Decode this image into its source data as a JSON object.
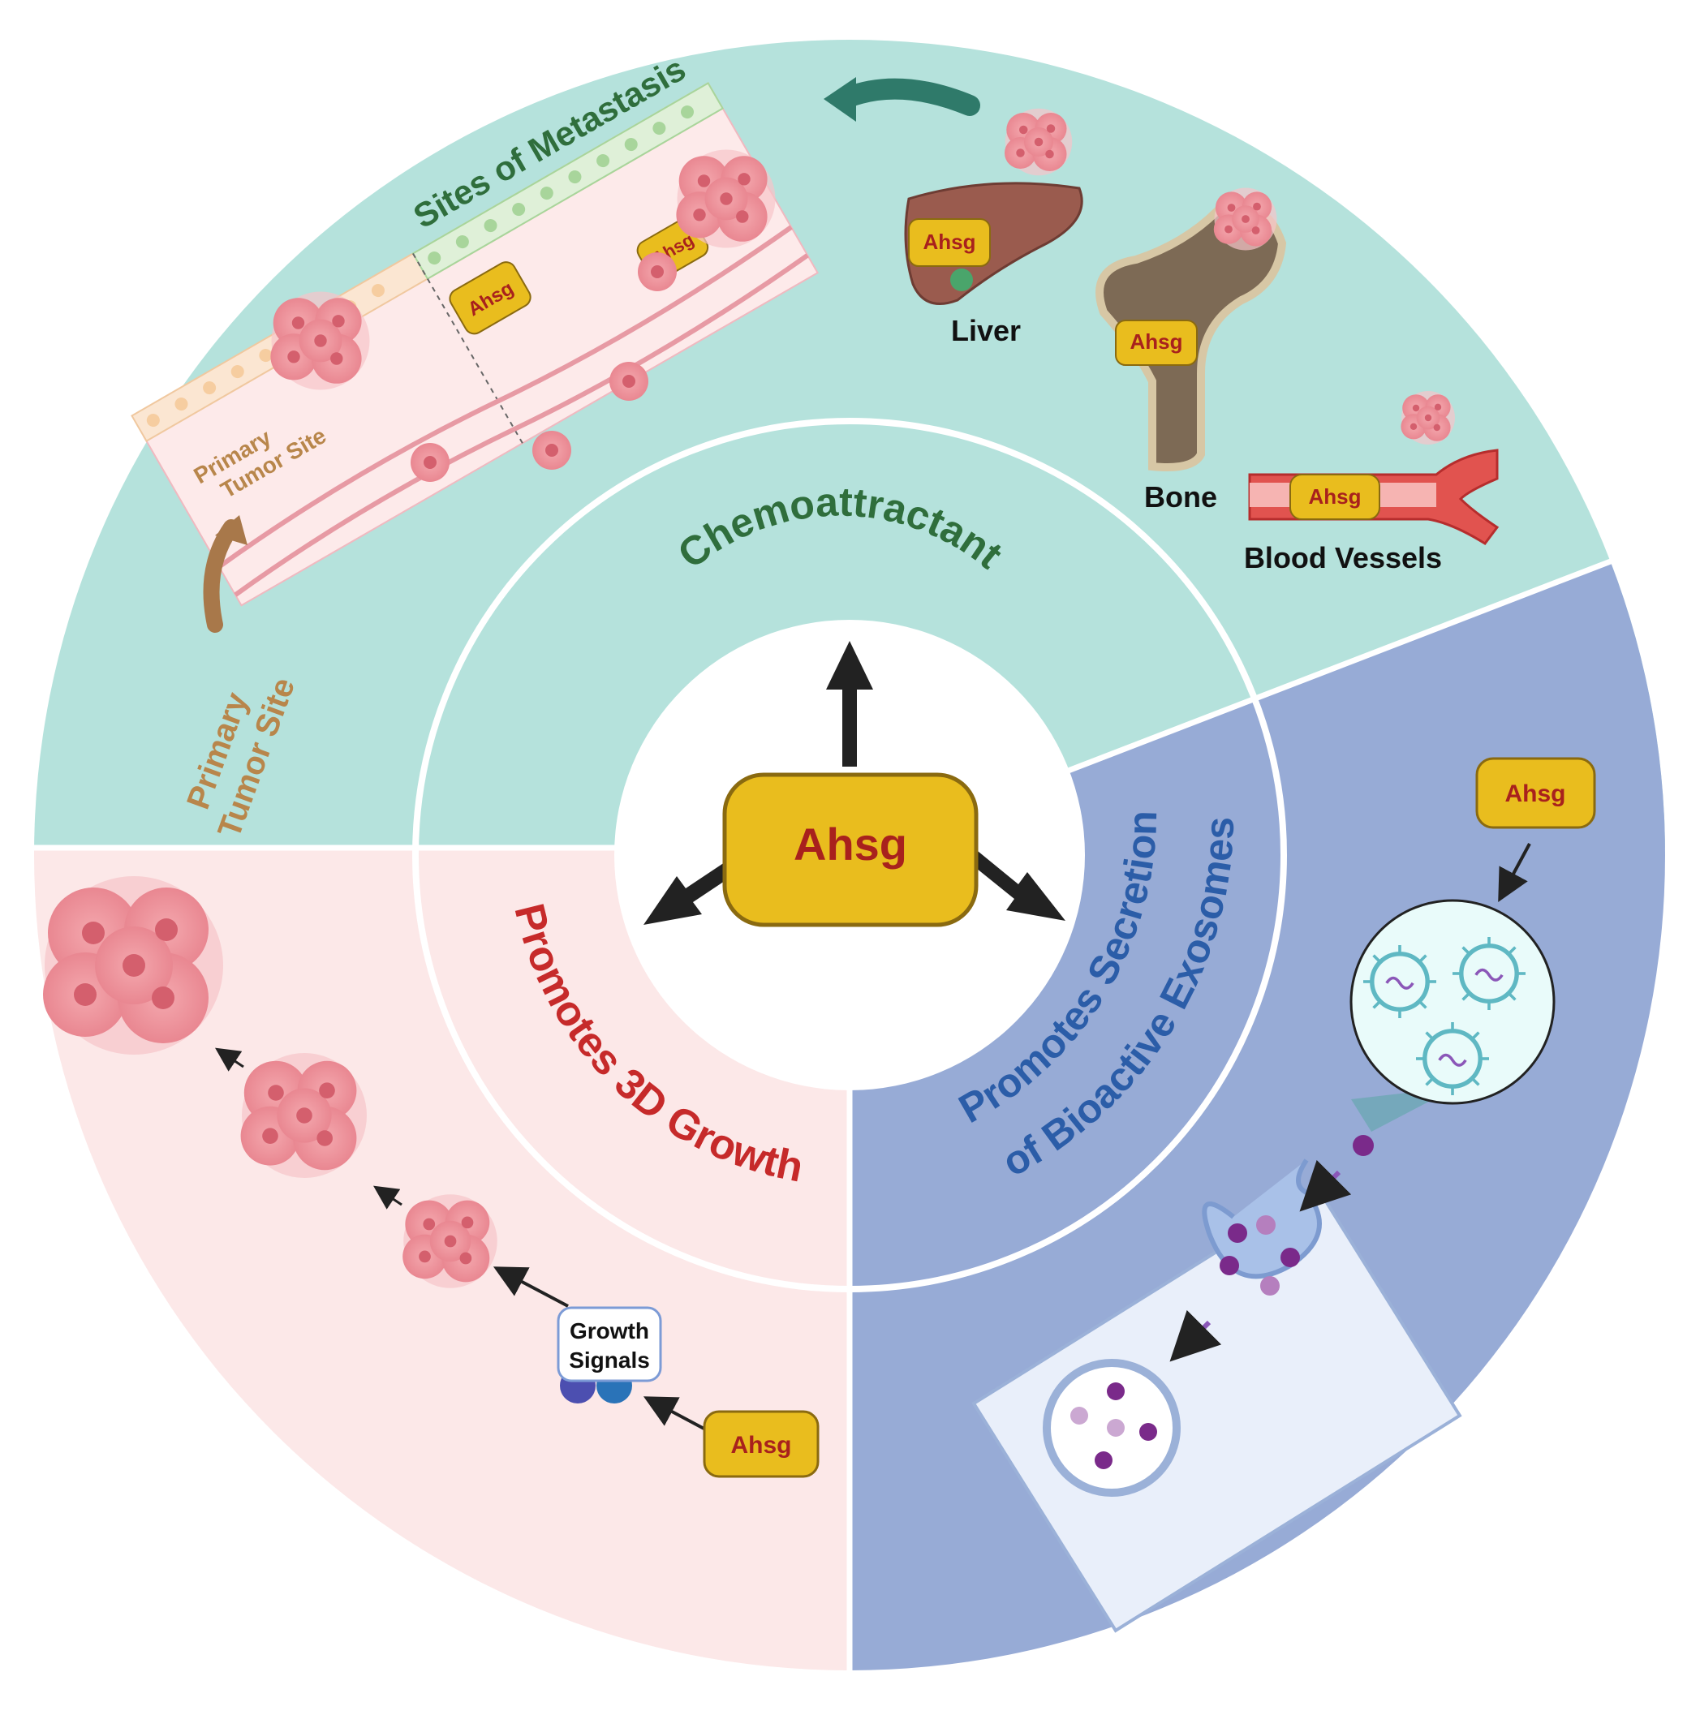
{
  "center": {
    "label": "Ahsg"
  },
  "sections": {
    "chemoattractant": {
      "title": "Chemoattractant"
    },
    "growth": {
      "title": "Promotes 3D Growth"
    },
    "exosomes": {
      "title_line1": "Promotes Secretion",
      "title_line2": "of Bioactive Exosomes"
    }
  },
  "metastasis": {
    "sites_title": "Sites of Metastasis",
    "primary_inset_line1": "Primary",
    "primary_inset_line2": "Tumor Site",
    "primary_outer_line1": "Primary",
    "primary_outer_line2": "Tumor Site",
    "organs": {
      "liver": "Liver",
      "bone": "Bone",
      "vessels": "Blood Vessels"
    }
  },
  "growth_panel": {
    "signals_line1": "Growth",
    "signals_line2": "Signals"
  },
  "badge_label": "Ahsg",
  "colors": {
    "teal_quadrant": "#b5e2dc",
    "pink_quadrant": "#fce8e8",
    "blue_quadrant": "#97abd6",
    "ahsg_fill": "#e9bd1e",
    "ahsg_text": "#a8211d",
    "chemo_text": "#2f6e3c",
    "growth_text": "#c62a2a",
    "exosome_text": "#2b5da8",
    "primary_text": "#b8864b"
  }
}
